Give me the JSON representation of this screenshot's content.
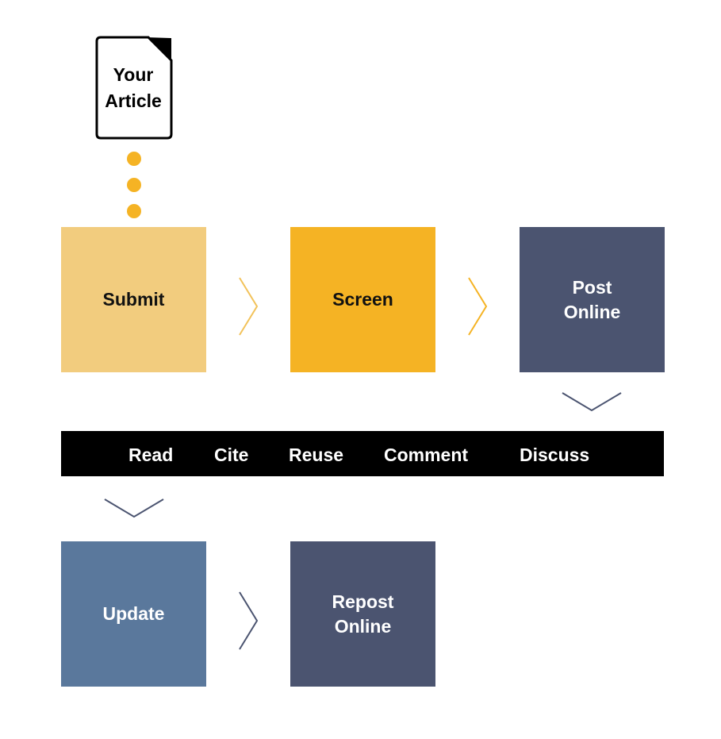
{
  "document_icon": {
    "label_line1": "Your",
    "label_line2": "Article"
  },
  "steps": {
    "submit": "Submit",
    "screen": "Screen",
    "post_line1": "Post",
    "post_line2": "Online",
    "update": "Update",
    "repost_line1": "Repost",
    "repost_line2": "Online"
  },
  "activities": [
    "Read",
    "Cite",
    "Reuse",
    "Comment",
    "Discuss"
  ],
  "colors": {
    "submit": "#f2cc7e",
    "screen": "#f5b324",
    "post_online": "#4b5470",
    "update": "#5a789c",
    "repost_online": "#4b5470",
    "activity_bar": "#000000",
    "dots": "#f5b324",
    "chevron_yellow": "#f2c25a",
    "chevron_slate": "#4b5470"
  }
}
